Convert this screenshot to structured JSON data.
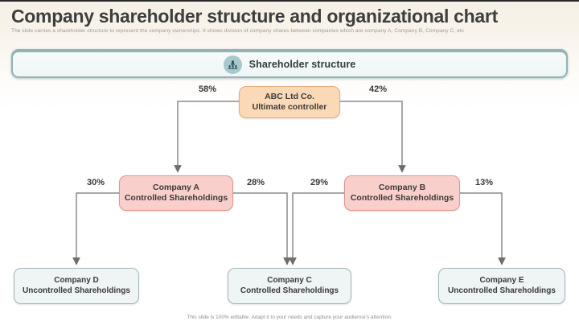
{
  "slide": {
    "title": "Company shareholder structure and organizational chart",
    "subtitle": "The slide carries a shareholder structure to represent the company ownerships. It shows division of company shares between companies which are company A, Company B, Company C, etc",
    "footer": "This slide is 100% editable. Adapt it to your needs and capture your audience's attention."
  },
  "banner": {
    "label": "Shareholder structure",
    "icon": "shareholders-icon"
  },
  "orgchart": {
    "nodes": [
      {
        "id": "abc",
        "line1": "ABC Ltd Co.",
        "line2": "Ultimate controller",
        "role": "root"
      },
      {
        "id": "company-a",
        "line1": "Company A",
        "line2": "Controlled Shareholdings",
        "role": "mid"
      },
      {
        "id": "company-b",
        "line1": "Company B",
        "line2": "Controlled Shareholdings",
        "role": "mid"
      },
      {
        "id": "company-d",
        "line1": "Company D",
        "line2": "Uncontrolled Shareholdings",
        "role": "leaf"
      },
      {
        "id": "company-c",
        "line1": "Company C",
        "line2": "Controlled Shareholdings",
        "role": "leaf"
      },
      {
        "id": "company-e",
        "line1": "Company E",
        "line2": "Uncontrolled Shareholdings",
        "role": "leaf"
      }
    ],
    "edges": [
      {
        "from": "abc",
        "to": "company-a",
        "label": "58%"
      },
      {
        "from": "abc",
        "to": "company-b",
        "label": "42%"
      },
      {
        "from": "company-a",
        "to": "company-d",
        "label": "30%"
      },
      {
        "from": "company-a",
        "to": "company-c",
        "label": "28%"
      },
      {
        "from": "company-b",
        "to": "company-c",
        "label": "29%"
      },
      {
        "from": "company-b",
        "to": "company-e",
        "label": "13%"
      }
    ]
  },
  "colors": {
    "root_fill": "#FBD9B6",
    "root_border": "#E2AC7D",
    "controlled_fill": "#F9CFCB",
    "controlled_border": "#DB978E",
    "uncontrolled_fill": "#EFF4F5",
    "uncontrolled_border": "#A3B6BB",
    "banner_teal": "#8FB4B9",
    "icon_circle": "#A6C9CE",
    "connector": "#8C8C8C",
    "header_bg": "#F6F0E6"
  }
}
